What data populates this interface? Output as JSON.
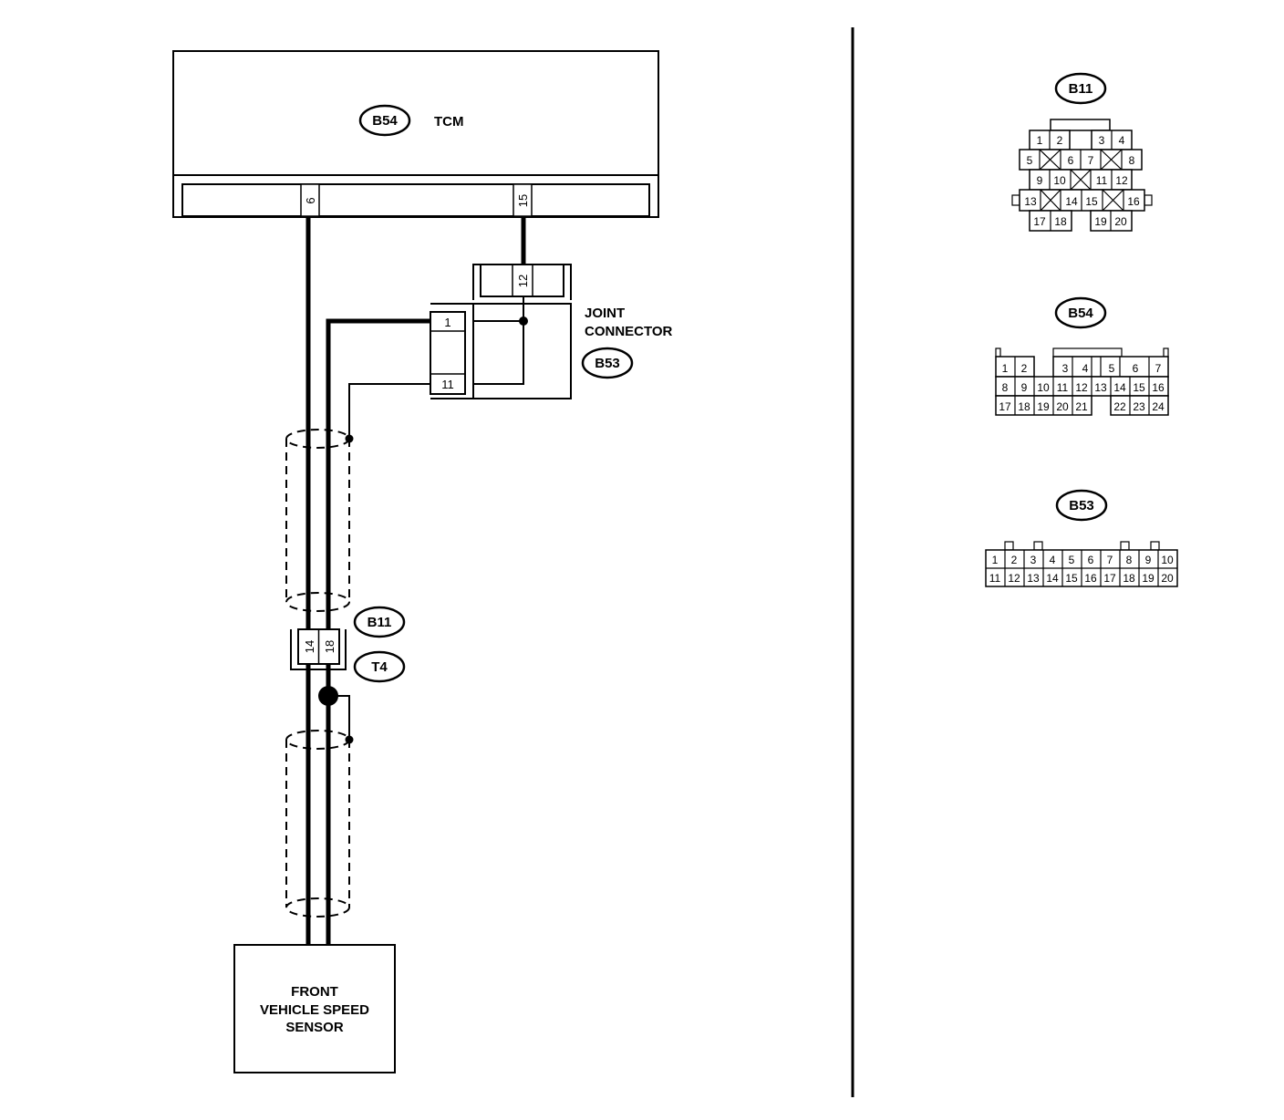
{
  "tcm": {
    "connector": "B54",
    "name": "TCM",
    "pins": [
      "6",
      "15"
    ]
  },
  "joint_connector": {
    "title_line1": "JOINT",
    "title_line2": "CONNECTOR",
    "connector": "B53",
    "pins": [
      "12",
      "1",
      "11"
    ]
  },
  "inline_connector": {
    "connector": "B11",
    "pins": [
      "14",
      "18"
    ],
    "ground": "T4"
  },
  "sensor": {
    "line1": "FRONT",
    "line2": "VEHICLE SPEED",
    "line3": "SENSOR"
  },
  "connector_views": {
    "b11": {
      "label": "B11",
      "row1": [
        "1",
        "2",
        "3",
        "4"
      ],
      "row2": [
        "5",
        "6",
        "7",
        "8"
      ],
      "row3": [
        "9",
        "10",
        "11",
        "12"
      ],
      "row4": [
        "13",
        "14",
        "15",
        "16"
      ],
      "row5": [
        "17",
        "18",
        "19",
        "20"
      ]
    },
    "b54": {
      "label": "B54",
      "row1": [
        "1",
        "2",
        "3",
        "4",
        "5",
        "6",
        "7"
      ],
      "row2": [
        "8",
        "9",
        "10",
        "11",
        "12",
        "13",
        "14",
        "15",
        "16"
      ],
      "row3": [
        "17",
        "18",
        "19",
        "20",
        "21",
        "22",
        "23",
        "24"
      ]
    },
    "b53": {
      "label": "B53",
      "row1": [
        "1",
        "2",
        "3",
        "4",
        "5",
        "6",
        "7",
        "8",
        "9",
        "10"
      ],
      "row2": [
        "11",
        "12",
        "13",
        "14",
        "15",
        "16",
        "17",
        "18",
        "19",
        "20"
      ]
    }
  }
}
